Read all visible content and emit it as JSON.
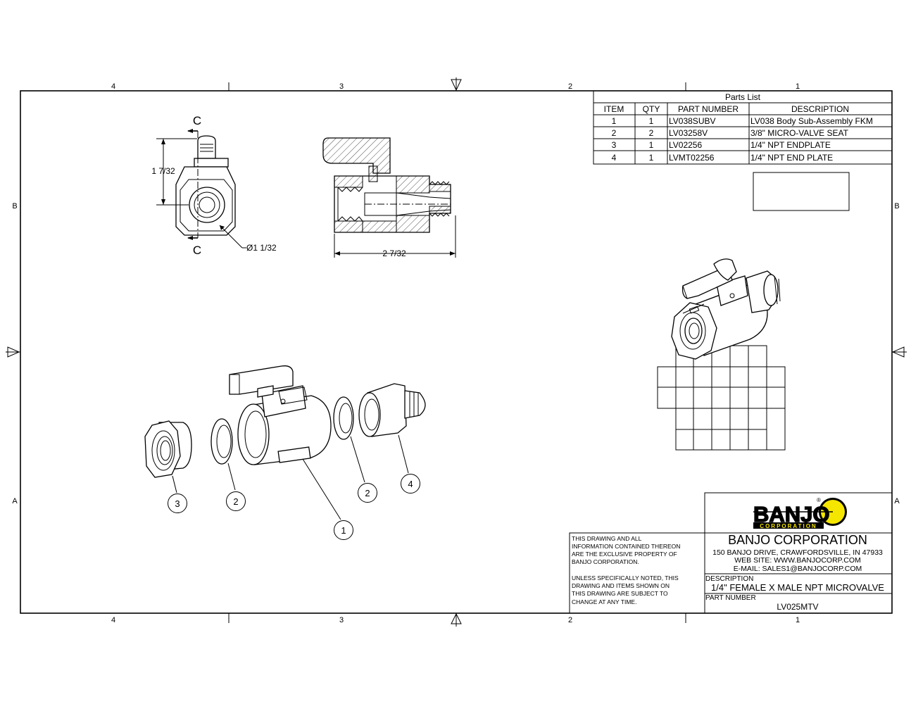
{
  "frame": {
    "zones_top": [
      "4",
      "3",
      "2",
      "1"
    ],
    "zones_bottom": [
      "4",
      "3",
      "2",
      "1"
    ],
    "rows_left": [
      "B",
      "A"
    ],
    "rows_right": [
      "B",
      "A"
    ]
  },
  "parts_list": {
    "title": "Parts List",
    "headers": [
      "ITEM",
      "QTY",
      "PART NUMBER",
      "DESCRIPTION"
    ],
    "rows": [
      [
        "1",
        "1",
        "LV038SUBV",
        "LV038 Body Sub-Assembly FKM"
      ],
      [
        "2",
        "2",
        "LV03258V",
        "3/8\" MICRO-VALVE SEAT"
      ],
      [
        "3",
        "1",
        "LV02256",
        "1/4\" NPT ENDPLATE"
      ],
      [
        "4",
        "1",
        "LVMT02256",
        "1/4\" NPT END PLATE"
      ]
    ]
  },
  "dimensions": {
    "height": "1 7/32",
    "diameter": "Ø1 1/32",
    "length": "2 7/32",
    "section_label": "C"
  },
  "balloons": [
    "3",
    "2",
    "1",
    "2",
    "4"
  ],
  "title_block": {
    "logo_text": "BANJO",
    "logo_sub": "CORPORATION",
    "logo_reg": "®",
    "company": "BANJO CORPORATION",
    "address": "150 BANJO DRIVE, CRAWFORDSVILLE, IN 47933",
    "website": "WEB SITE: WWW.BANJOCORP.COM",
    "email": "E-MAIL: SALES1@BANJOCORP.COM",
    "desc_label": "DESCRIPTION",
    "description": "1/4\" FEMALE X MALE NPT MICROVALVE",
    "pn_label": "PART NUMBER",
    "part_number": "LV025MTV",
    "notice1": [
      "THIS DRAWING AND ALL",
      "INFORMATION CONTAINED THEREON",
      "ARE THE EXCLUSIVE PROPERTY OF",
      "BANJO CORPORATION."
    ],
    "notice2": [
      "UNLESS SPECIFICALLY NOTED, THIS",
      "DRAWING AND ITEMS SHOWN ON",
      "THIS DRAWING ARE SUBJECT TO",
      "CHANGE AT ANY TIME."
    ]
  },
  "colors": {
    "logo_yellow": "#f5e600",
    "line": "#000000"
  }
}
